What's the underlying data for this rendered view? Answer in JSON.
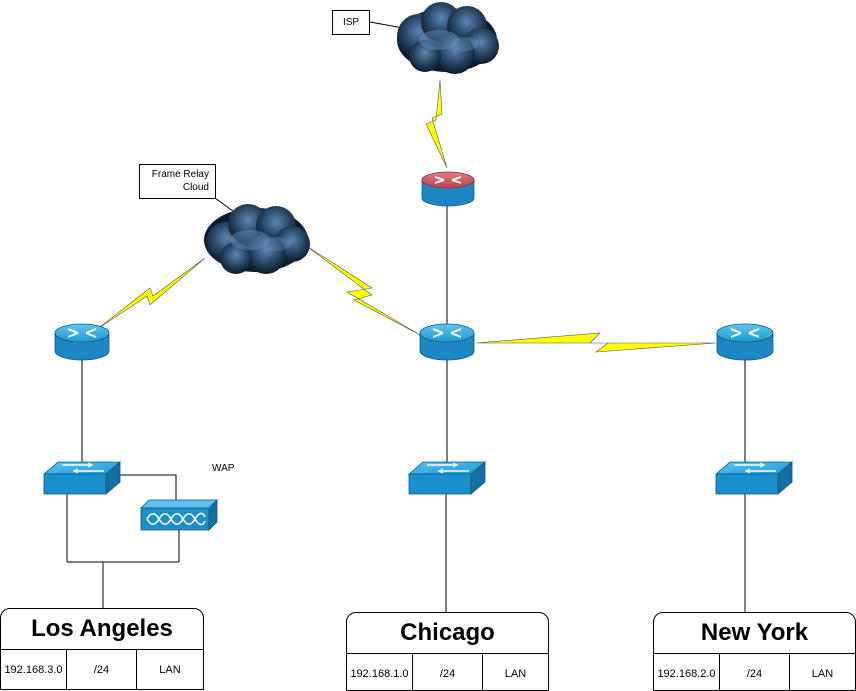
{
  "callouts": {
    "isp": "ISP",
    "frame_relay_line1": "Frame Relay",
    "frame_relay_line2": "Cloud"
  },
  "wap_label": "WAP",
  "sites": [
    {
      "name": "Los Angeles",
      "network": "192.168.3.0",
      "mask": "/24",
      "type": "LAN"
    },
    {
      "name": "Chicago",
      "network": "192.168.1.0",
      "mask": "/24",
      "type": "LAN"
    },
    {
      "name": "New York",
      "network": "192.168.2.0",
      "mask": "/24",
      "type": "LAN"
    }
  ],
  "icons": [
    "cloud-icon",
    "router-icon",
    "switch-icon",
    "wireless-access-point-icon",
    "wan-link-icon"
  ],
  "colors": {
    "router_blue": "#1aa0d8",
    "isp_router_red": "#c0505a",
    "wan_link_yellow": "#ffff00",
    "cloud_dark": "#1e3a5a"
  }
}
